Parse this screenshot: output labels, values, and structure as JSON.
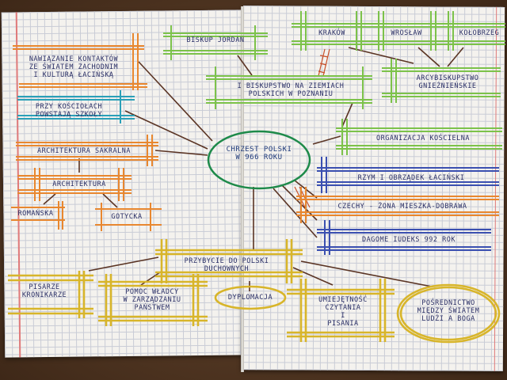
{
  "center": {
    "text": "CHRZEST POLSKI\nW 966 ROKU"
  },
  "nodes": {
    "biskup_jordan": "BISKUP JORDAN",
    "krakow": "KRAKÓW",
    "wroclaw": "WROSŁAW",
    "kolobrzeg": "KOŁOBRZEG",
    "arcybiskupstwo": "ARCYBISKUPSTWO\nGNIEŹNIEŃSKIE",
    "biskupstwo_poznan": "I BISKUPSTWO NA ZIEMIACH\nPOLSKICH W POZNANIU",
    "organizacja": "ORGANIZACJA KOŚCIELNA",
    "rzym": "RZYM I OBRZĄDEK ŁACIŃSKI",
    "czechy": "CZECHY - ŻONA MIESZKA-DOBRAWA",
    "dagome": "DAGOME IUDEKS 992 ROK",
    "nawiazanie": "NAWIĄZANIE KONTAKTÓW\nZE ŚWIATEM ZACHODNIM\nI KULTURĄ ŁACIŃSKĄ",
    "szkoly": "PRZY KOŚCIOŁACH\nPOWSTAJĄ SZKOŁY",
    "architektura_sakralna": "ARCHITEKTURA SAKRALNA",
    "architektura": "ARCHITEKTURA",
    "romanska": "ROMAŃSKA",
    "gotycka": "GOTYCKA",
    "przybycie": "PRZYBYCIE DO POLSKI\nDUCHOWNYCH",
    "pisarze": "PISARZE\nKRONIKARZE",
    "pomoc": "POMOC WŁADCY\nW ZARZĄDZANIU\nPAŃSTWEM",
    "dyplomacja": "DYPLOMACJA",
    "umiejetnosc": "UMIEJĘTNOŚĆ\nCZYTANIA\nI\nPISANIA",
    "posrednictwo": "POŚREDNICTWO\nMIĘDZY ŚWIATEM\nLUDŹI A BOGA"
  },
  "colors": {
    "orange": "#e8872f",
    "green": "#7cc24a",
    "yellow": "#d8b52a",
    "blue": "#3a4fb0",
    "teal": "#2aa0b8",
    "brown": "#5a3424",
    "red": "#c8502a",
    "center_green": "#1e8a4a"
  }
}
